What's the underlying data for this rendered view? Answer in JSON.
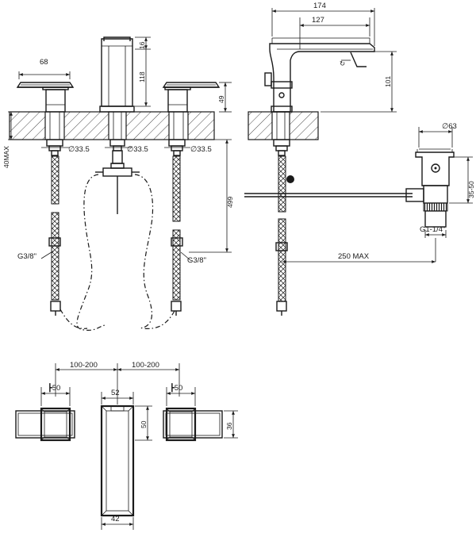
{
  "dimensions": {
    "handle_width": "68",
    "spout_cap": "16",
    "spout_height": "118",
    "handle_height": "49",
    "deck_max": "40MAX",
    "hole_left": "∅33.5",
    "hole_center": "∅33.5",
    "hole_right": "∅33.5",
    "hose_length": "499",
    "thread_left": "G3/8\"",
    "thread_right": "G3/8\"",
    "depth_total": "174",
    "depth_spout": "127",
    "side_height": "101",
    "drain_diameter": "∅63",
    "drain_thread": "G1-1/4\"",
    "drain_range": "35-50",
    "rod_max": "250  MAX",
    "spacing_left": "100-200",
    "spacing_right": "100-200",
    "spout_top_width": "52",
    "handle_square_left": "┣50",
    "handle_square_right": "┣50",
    "spout_depth": "50",
    "handle_depth": "36",
    "spout_base": "42"
  }
}
